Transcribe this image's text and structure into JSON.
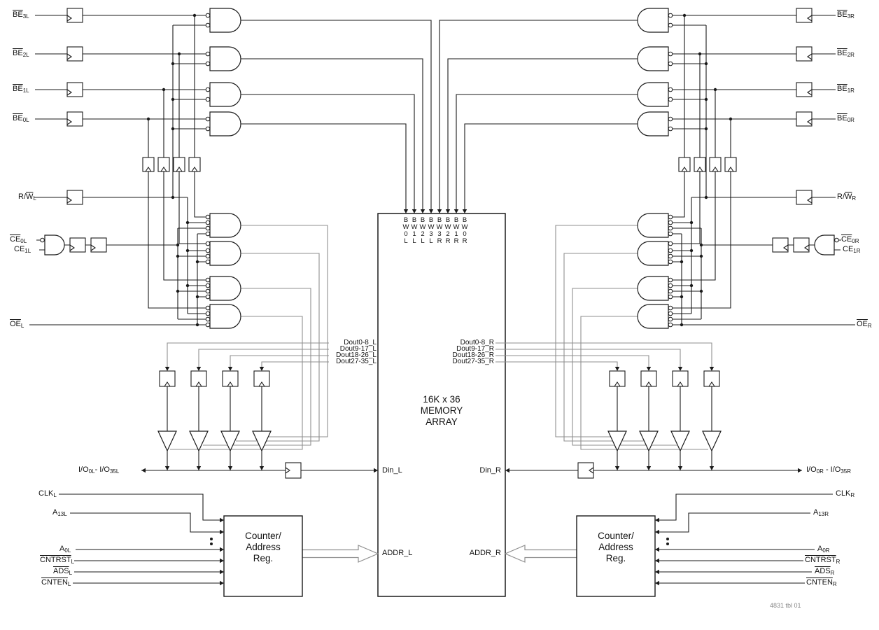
{
  "caption": "4831 tbl 01",
  "memory": {
    "title": [
      "16K x 36",
      "MEMORY",
      "ARRAY"
    ],
    "pins": [
      "BW0L",
      "BW1L",
      "BW2L",
      "BW3L",
      "BW3R",
      "BW2R",
      "BW1R",
      "BW0R"
    ],
    "dout_l": [
      "Dout0-8_L",
      "Dout9-17_L",
      "Dout18-26_L",
      "Dout27-35_L"
    ],
    "dout_r": [
      "Dout0-8_R",
      "Dout9-17_R",
      "Dout18-26_R",
      "Dout27-35_R"
    ],
    "din_l": "Din_L",
    "din_r": "Din_R",
    "addr_l": "ADDR_L",
    "addr_r": "ADDR_R"
  },
  "left": {
    "be": [
      {
        "bar": "BE",
        "sub": "3L"
      },
      {
        "bar": "BE",
        "sub": "2L"
      },
      {
        "bar": "BE",
        "sub": "1L"
      },
      {
        "bar": "BE",
        "sub": "0L"
      }
    ],
    "rw_pre": "R/",
    "rw_bar": "W",
    "rw_sub": "L",
    "ce0_bar": "CE",
    "ce0_sub": "0L",
    "ce1_pre": "CE",
    "ce1_sub": "1L",
    "oe_bar": "OE",
    "oe_sub": "L",
    "io_p1": "I/O",
    "io_s1": "0L",
    "io_p2": "- I/O",
    "io_s2": "35L",
    "clk_pre": "CLK",
    "clk_sub": "L",
    "a13_pre": "A",
    "a13_sub": "13L",
    "a0_pre": "A",
    "a0_sub": "0L",
    "cntrst_bar": "CNTRST",
    "cntrst_sub": "L",
    "ads_bar": "ADS",
    "ads_sub": "L",
    "cnten_bar": "CNTEN",
    "cnten_sub": "L",
    "counter": [
      "Counter/",
      "Address",
      "Reg."
    ]
  },
  "right": {
    "be": [
      {
        "bar": "BE",
        "sub": "3R"
      },
      {
        "bar": "BE",
        "sub": "2R"
      },
      {
        "bar": "BE",
        "sub": "1R"
      },
      {
        "bar": "BE",
        "sub": "0R"
      }
    ],
    "rw_pre": "R/",
    "rw_bar": "W",
    "rw_sub": "R",
    "ce0_bar": "CE",
    "ce0_sub": "0R",
    "ce1_pre": "CE",
    "ce1_sub": "1R",
    "oe_bar": "OE",
    "oe_sub": "R",
    "io_p1": "I/O",
    "io_s1": "0R",
    "io_p2": " - I/O",
    "io_s2": "35R",
    "clk_pre": "CLK",
    "clk_sub": "R",
    "a13_pre": "A",
    "a13_sub": "13R",
    "a0_pre": "A",
    "a0_sub": "0R",
    "cntrst_bar": "CNTRST",
    "cntrst_sub": "R",
    "ads_bar": "ADS",
    "ads_sub": "R",
    "cnten_bar": "CNTEN",
    "cnten_sub": "R",
    "counter": [
      "Counter/",
      "Address",
      "Reg."
    ]
  }
}
